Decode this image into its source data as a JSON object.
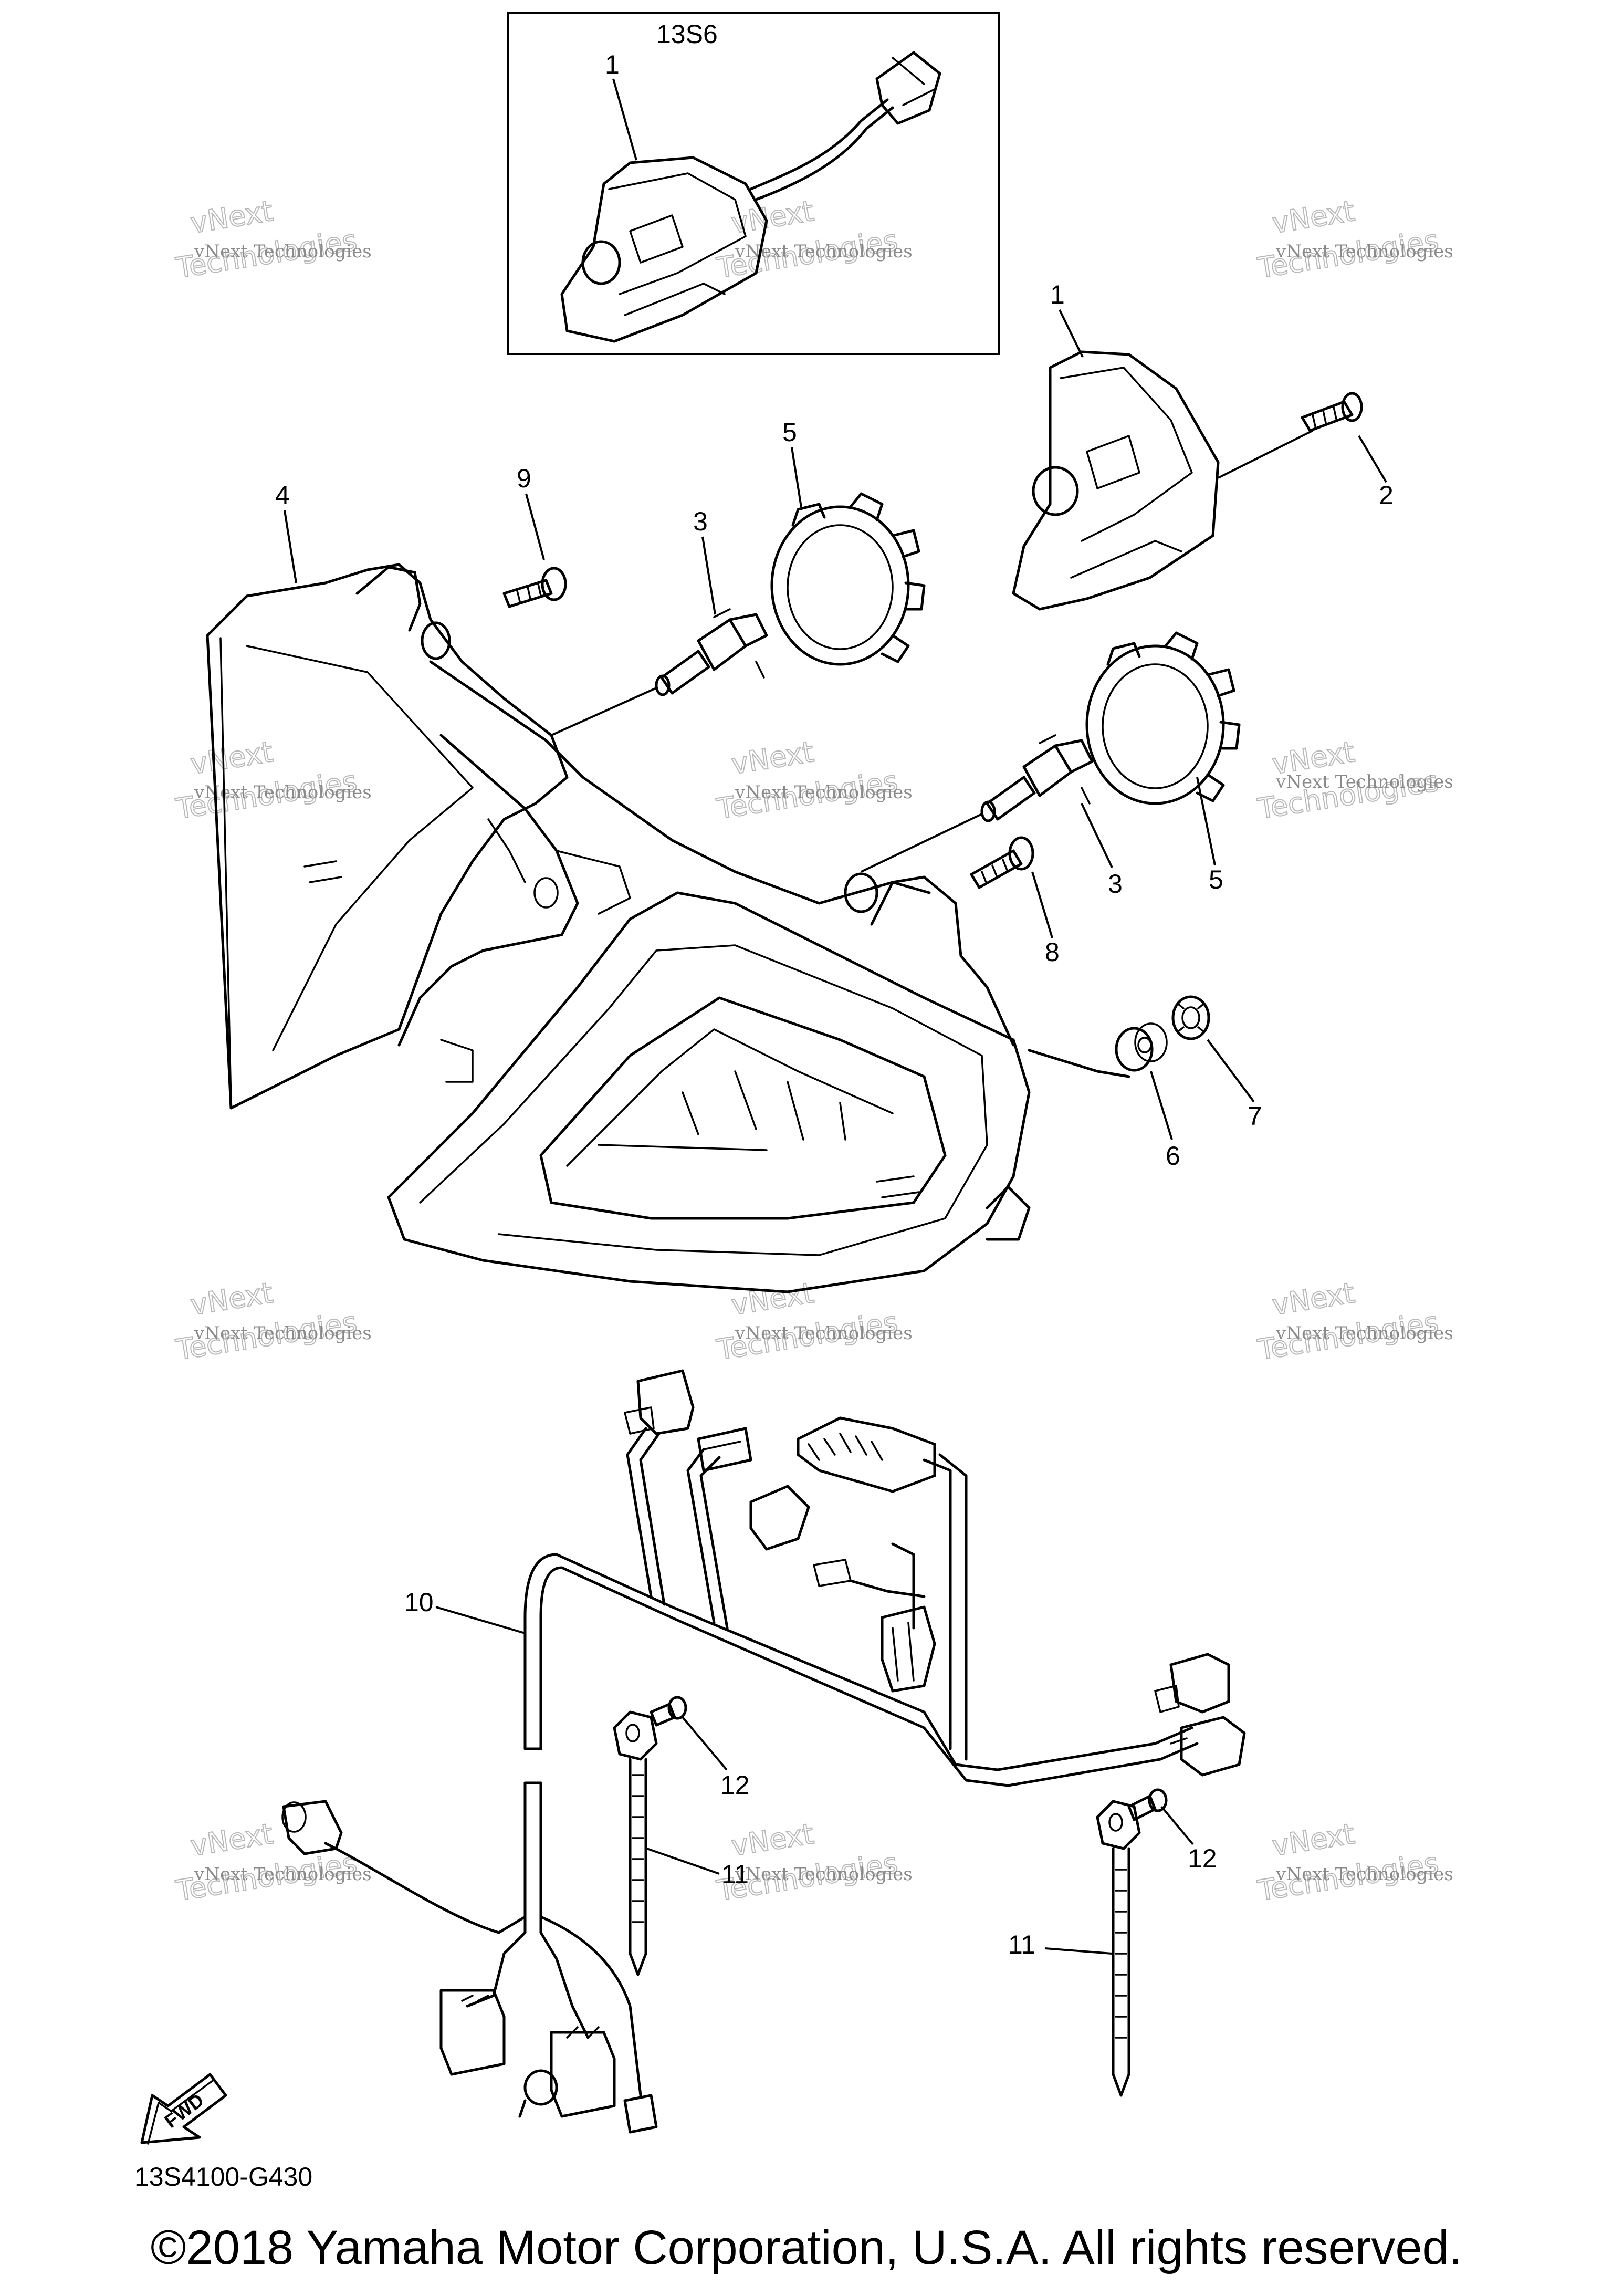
{
  "inset": {
    "label": "13S6"
  },
  "callouts": {
    "inset_1": "1",
    "c1": "1",
    "c2": "2",
    "c3a": "3",
    "c3b": "3",
    "c4": "4",
    "c5a": "5",
    "c5b": "5",
    "c6": "6",
    "c7": "7",
    "c8": "8",
    "c9": "9",
    "c10": "10",
    "c11a": "11",
    "c11b": "11",
    "c12a": "12",
    "c12b": "12"
  },
  "fwd_arrow": {
    "text": "FWD"
  },
  "diagram_code": "13S4100-G430",
  "watermark": {
    "line1": "vNext Technologies",
    "line2": "Technologies",
    "line3": "vNext"
  },
  "copyright": "©2018 Yamaha Motor Corporation, U.S.A. All rights reserved."
}
